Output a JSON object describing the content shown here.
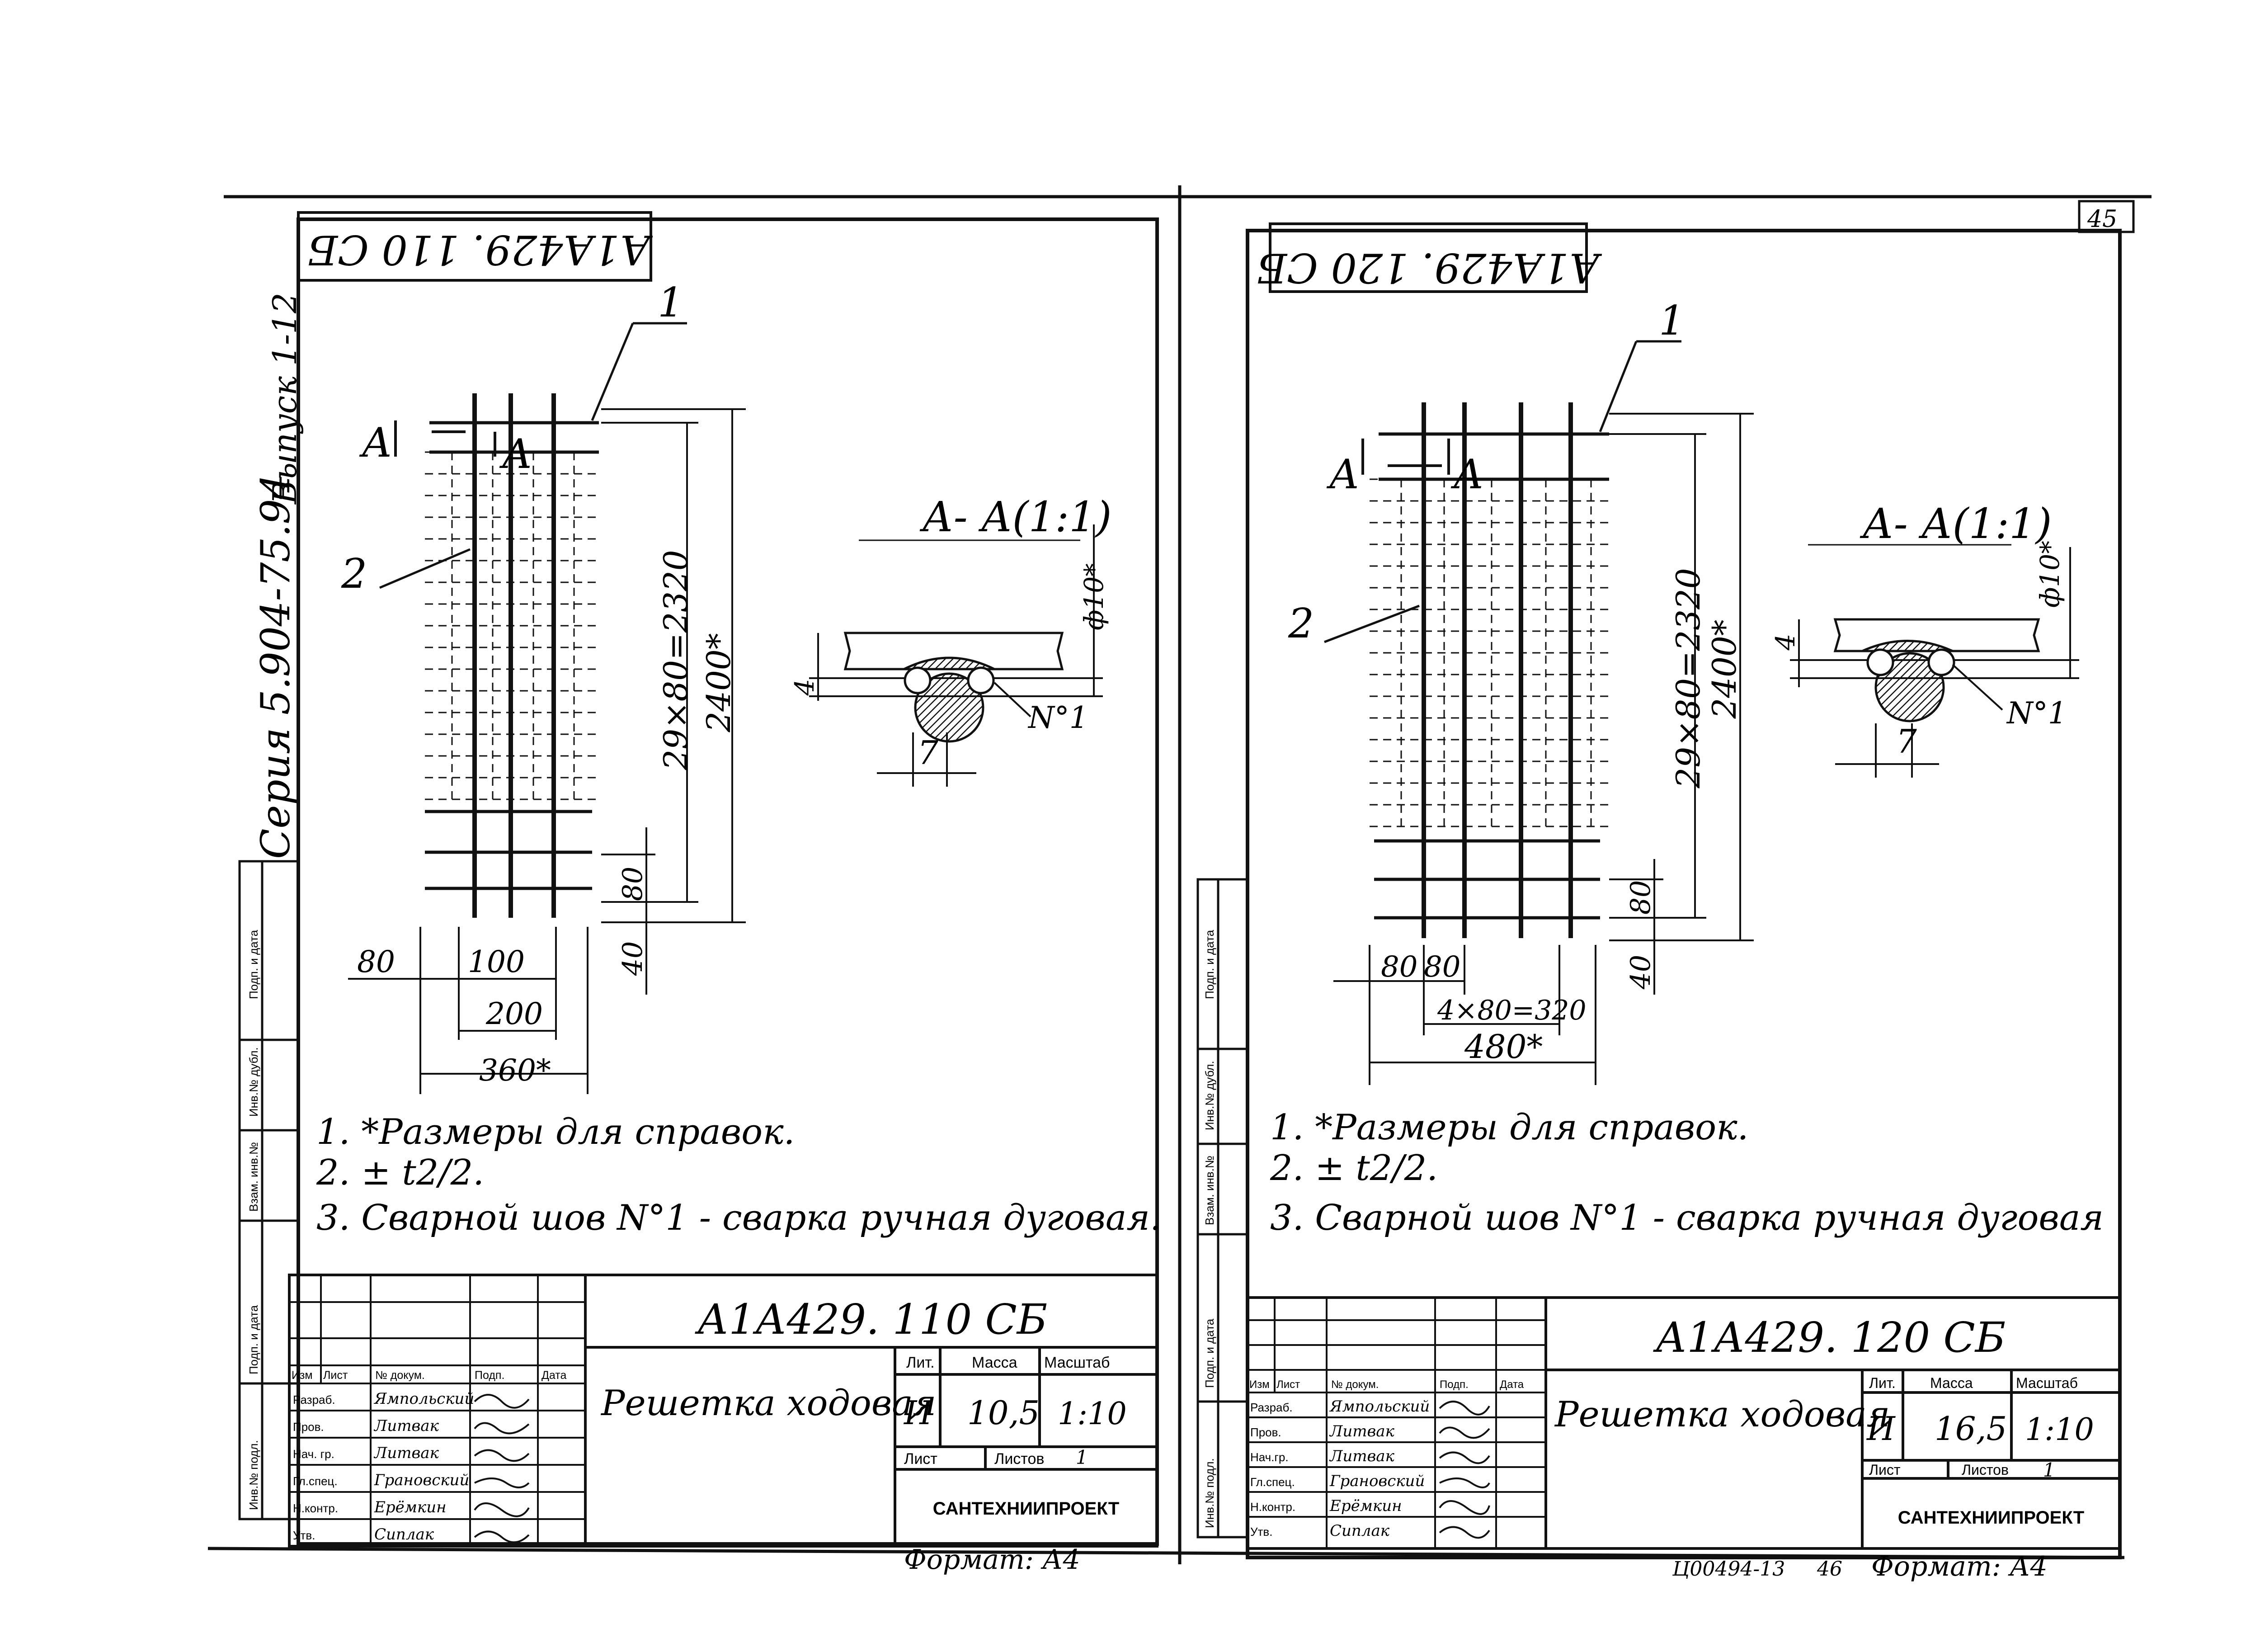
{
  "page_number": "45",
  "series_text": "Серия 5.904-75.94",
  "issue_text": "Выпуск 1-12",
  "side_stamp_labels": [
    "Подп. и дата",
    "Инв.№ дубл.",
    "Взам. инв.№",
    "Подп. и дата",
    "Инв.№ подл."
  ],
  "footer_right": "Ц00494-13",
  "footer_right_num": "46",
  "sheets": [
    {
      "id": "left",
      "corner_code": "А1А429. 110 СБ",
      "section_title": "А- А(1:1)",
      "part_labels": [
        "1",
        "2"
      ],
      "section_markers": [
        "А",
        "А"
      ],
      "dims": {
        "total_h": "2400*",
        "pitch": "29×80=2320",
        "d80": "80",
        "d40": "40",
        "w_left": "80",
        "w_mid": "100",
        "w_200": "200",
        "w_total": "360*",
        "rod_dia": "ф10*",
        "weld_leg": "4",
        "weld_w": "7",
        "weld_no": "N°1"
      },
      "notes": [
        "1. *Размеры для справок.",
        "2. ± t2/2.",
        "3. Сварной шов N°1 - сварка ручная дуговая."
      ],
      "title_block": {
        "code": "А1А429. 110 СБ",
        "name": "Решетка ходовая",
        "headers": {
          "izm": "Изм",
          "list": "Лист",
          "doc": "№ докум.",
          "podp": "Подп.",
          "data": "Дата"
        },
        "roles": [
          "Разраб.",
          "Пров.",
          "Нач. гр.",
          "Гл.спец.",
          "Н.контр.",
          "Утв."
        ],
        "people": [
          "Ямпольский",
          "Литвак",
          "Литвак",
          "Грановский",
          "Ерёмкин",
          "Сиплак"
        ],
        "lit_label": "Лит.",
        "mass_label": "Масса",
        "scale_label": "Масштаб",
        "lit": "И",
        "mass": "10,5",
        "scale": "1:10",
        "sheet_label": "Лист",
        "sheets_label": "Листов",
        "sheets": "1",
        "org": "САНТЕХНИИПРОЕКТ"
      },
      "format": "Формат: А4"
    },
    {
      "id": "right",
      "corner_code": "А1А429. 120 СБ",
      "section_title": "А- А(1:1)",
      "part_labels": [
        "1",
        "2"
      ],
      "section_markers": [
        "А",
        "А"
      ],
      "dims": {
        "total_h": "2400*",
        "pitch": "29×80=2320",
        "d80": "80",
        "d40": "40",
        "w_80a": "80",
        "w_80b": "80",
        "w_320": "4×80=320",
        "w_total": "480*",
        "rod_dia": "ф10*",
        "weld_leg": "4",
        "weld_w": "7",
        "weld_no": "N°1"
      },
      "notes": [
        "1. *Размеры для справок.",
        "2. ± t2/2.",
        "3. Сварной шов N°1 - сварка ручная дуговая"
      ],
      "title_block": {
        "code": "А1А429. 120 СБ",
        "name": "Решетка ходовая",
        "headers": {
          "izm": "Изм",
          "list": "Лист",
          "doc": "№ докум.",
          "podp": "Подп.",
          "data": "Дата"
        },
        "roles": [
          "Разраб.",
          "Пров.",
          "Нач.гр.",
          "Гл.спец.",
          "Н.контр.",
          "Утв."
        ],
        "people": [
          "Ямпольский",
          "Литвак",
          "Литвак",
          "Грановский",
          "Ерёмкин",
          "Сиплак"
        ],
        "lit_label": "Лит.",
        "mass_label": "Масса",
        "scale_label": "Масштаб",
        "lit": "И",
        "mass": "16,5",
        "scale": "1:10",
        "sheet_label": "Лист",
        "sheets_label": "Листов",
        "sheets": "1",
        "org": "САНТЕХНИИПРОЕКТ"
      },
      "format": "Формат: А4"
    }
  ]
}
